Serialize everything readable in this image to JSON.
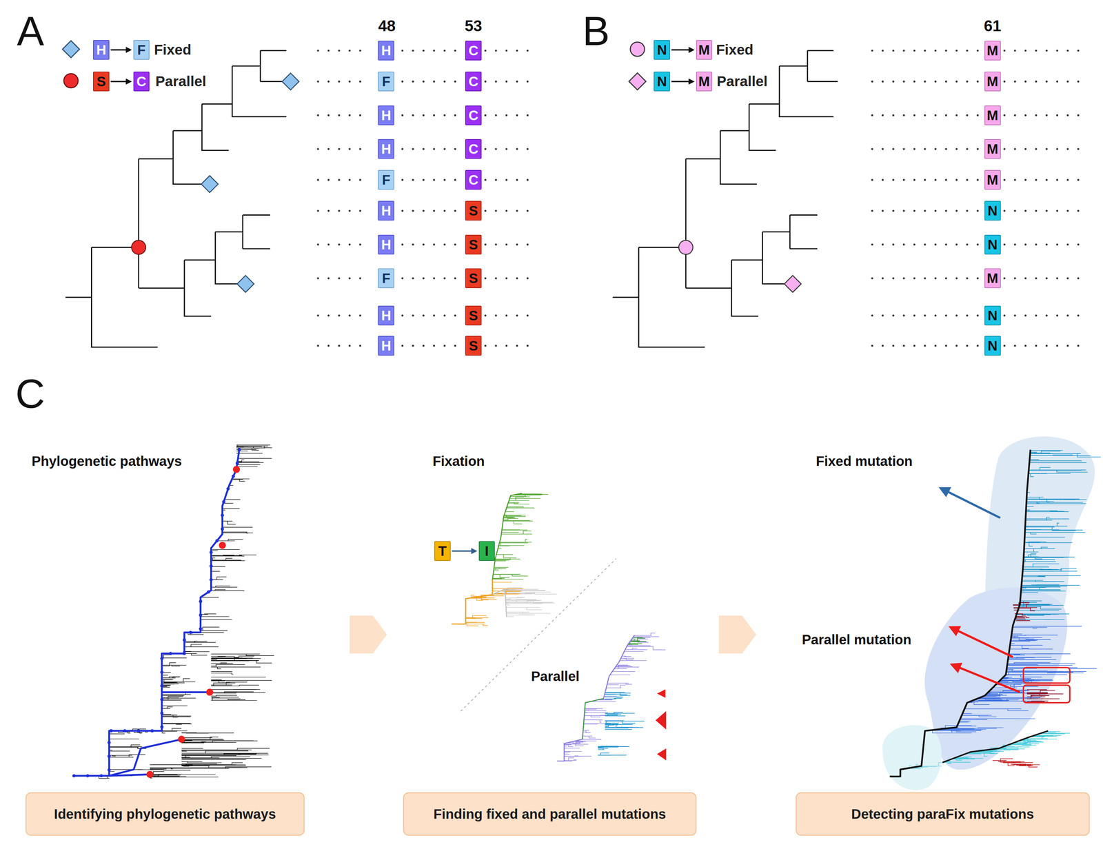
{
  "diagram": {
    "nodes": [
      {
        "text": [
          "H"
        ]
      },
      {
        "text": [
          "F"
        ]
      },
      {
        "text": [
          "S"
        ]
      },
      {
        "text": [
          "C"
        ]
      },
      {
        "text": [
          "H"
        ]
      },
      {
        "text": [
          "C"
        ]
      },
      {
        "text": [
          "F"
        ]
      },
      {
        "text": [
          "C"
        ]
      },
      {
        "text": [
          "H"
        ]
      },
      {
        "text": [
          "C"
        ]
      },
      {
        "text": [
          "H"
        ]
      },
      {
        "text": [
          "C"
        ]
      },
      {
        "text": [
          "F"
        ]
      },
      {
        "text": [
          "C"
        ]
      },
      {
        "text": [
          "H"
        ]
      },
      {
        "text": [
          "S"
        ]
      },
      {
        "text": [
          "H"
        ]
      },
      {
        "text": [
          "S"
        ]
      },
      {
        "text": [
          "F"
        ]
      },
      {
        "text": [
          "S"
        ]
      },
      {
        "text": [
          "H"
        ]
      },
      {
        "text": [
          "S"
        ]
      },
      {
        "text": [
          "H"
        ]
      },
      {
        "text": [
          "S"
        ]
      },
      {
        "text": [
          "N"
        ]
      },
      {
        "text": [
          "M"
        ]
      },
      {
        "text": [
          "N"
        ]
      },
      {
        "text": [
          "M"
        ]
      },
      {
        "text": [
          "M"
        ]
      },
      {
        "text": [
          "M"
        ]
      },
      {
        "text": [
          "M"
        ]
      },
      {
        "text": [
          "M"
        ]
      },
      {
        "text": [
          "M"
        ]
      },
      {
        "text": [
          "N"
        ]
      },
      {
        "text": [
          "N"
        ]
      },
      {
        "text": [
          "M"
        ]
      },
      {
        "text": [
          "N"
        ]
      },
      {
        "text": [
          "N"
        ]
      },
      {
        "text": [
          "T"
        ]
      },
      {
        "text": [
          "I"
        ]
      },
      {
        "text": [
          "Identifying phylogenetic pathways"
        ]
      },
      {
        "text": [
          "Finding fixed and parallel mutations"
        ]
      },
      {
        "text": [
          "Detecting paraFix mutations"
        ]
      }
    ],
    "edges": [
      {
        "from": 0,
        "to": 1,
        "arrow": "to"
      },
      {
        "from": 2,
        "to": 3,
        "arrow": "to"
      },
      {
        "from": 24,
        "to": 25,
        "arrow": "to"
      },
      {
        "from": 26,
        "to": 27,
        "arrow": "to"
      },
      {
        "from": 38,
        "to": 39,
        "arrow": "to"
      }
    ],
    "labels": [
      "A",
      "48",
      "53",
      "B",
      "61",
      "C",
      "Phylogenetic pathways",
      "Fixation",
      "Parallel",
      "Fixed mutation",
      "Parallel mutation"
    ],
    "legend": [
      {
        "text": "Fixed"
      },
      {
        "text": "Parallel"
      },
      {
        "text": "Fixed"
      },
      {
        "text": "Parallel"
      }
    ]
  }
}
